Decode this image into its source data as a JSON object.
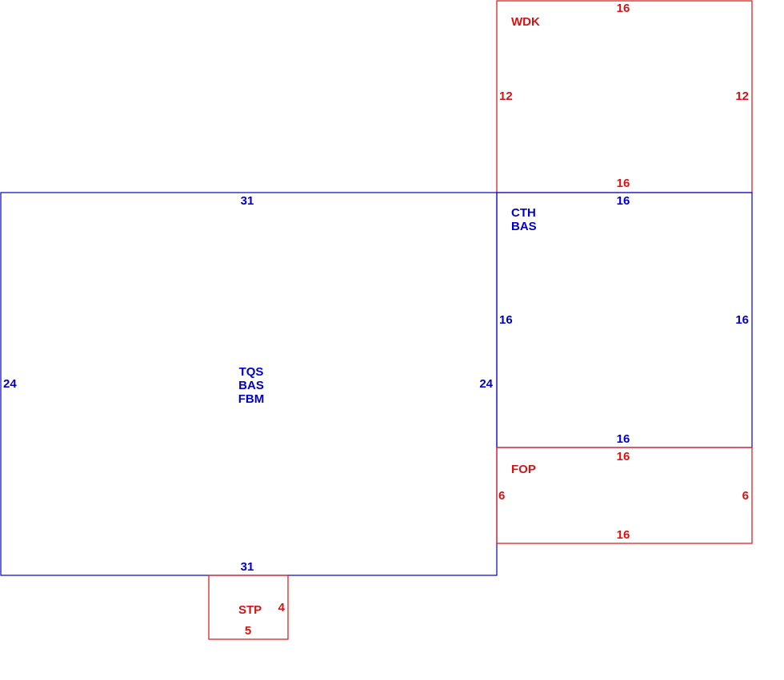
{
  "colors": {
    "main": "#0000cc",
    "addition": "#dd1111"
  },
  "areas": {
    "tqs": {
      "codes": [
        "TQS",
        "BAS",
        "FBM"
      ],
      "top": "31",
      "bottom": "31",
      "left": "24",
      "right": "24"
    },
    "cth": {
      "codes": [
        "CTH",
        "BAS"
      ],
      "top": "16",
      "bottom": "16",
      "left": "16",
      "right": "16"
    },
    "wdk": {
      "code": "WDK",
      "top": "16",
      "bottom": "16",
      "left": "12",
      "right": "12"
    },
    "fop": {
      "code": "FOP",
      "top": "16",
      "bottom": "16",
      "left": "6",
      "right": "6"
    },
    "stp": {
      "code": "STP",
      "bottom": "5",
      "right": "4"
    }
  }
}
